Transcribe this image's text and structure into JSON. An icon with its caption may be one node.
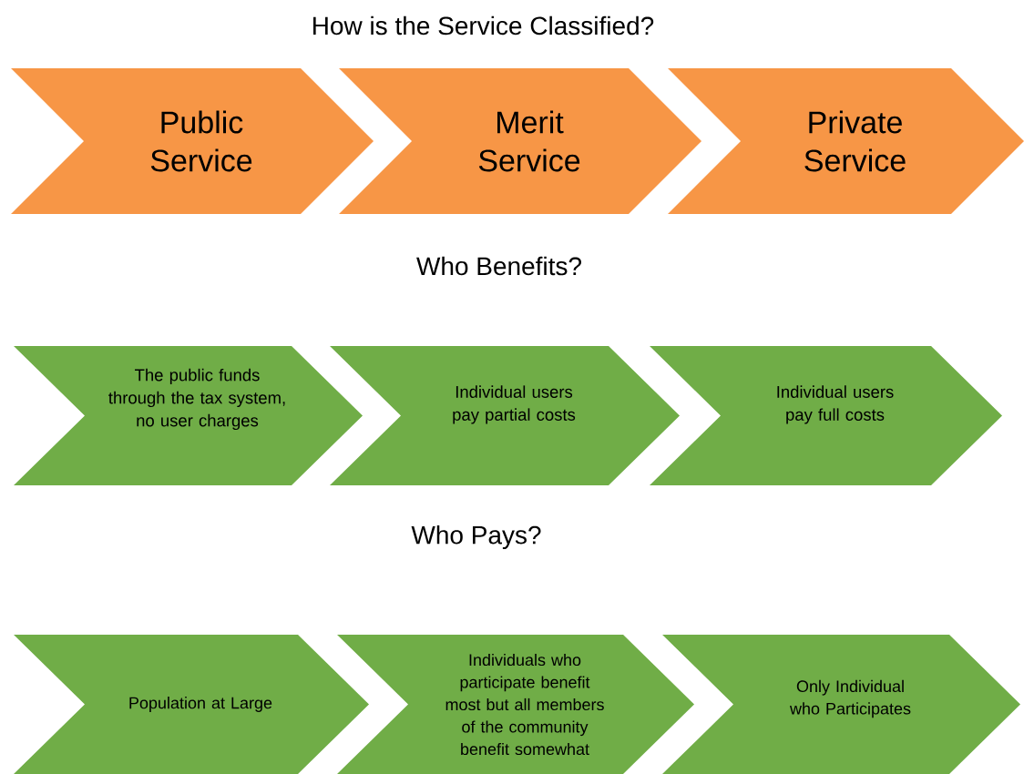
{
  "diagram": {
    "title": "How is the Service Classified?",
    "nodes": [
      {
        "text": [
          "Public Service"
        ]
      },
      {
        "text": [
          "Merit Service"
        ]
      },
      {
        "text": [
          "Private Service"
        ]
      },
      {
        "text": [
          "The public funds through the tax system, no user charges"
        ]
      },
      {
        "text": [
          "Individual users pay partial costs"
        ]
      },
      {
        "text": [
          "Individual users pay full costs"
        ]
      },
      {
        "text": [
          "Population at Large"
        ]
      },
      {
        "text": [
          "Individuals who participate benefit most but all members of the community benefit somewhat"
        ]
      },
      {
        "text": [
          "Only Individual who Participates"
        ]
      }
    ],
    "labels": [
      "Who Benefits?",
      "Who Pays?"
    ]
  }
}
